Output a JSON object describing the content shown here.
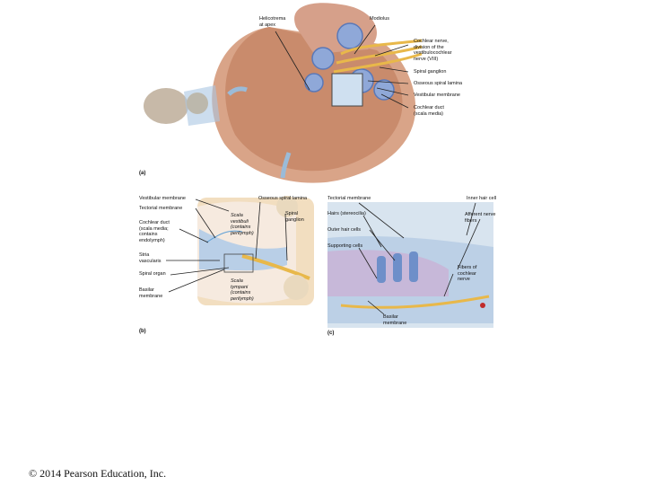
{
  "panel_a": {
    "tag": "(a)",
    "labels": {
      "helicotrema": "Helicotrema\nat apex",
      "modiolus": "Modiolus",
      "cochlear_nerve": "Cochlear nerve,\ndivision of the\nvestibulocochlear\nnerve (VIII)",
      "spiral_ganglion": "Spiral ganglion",
      "osseous_lamina": "Osseous spiral lamina",
      "vestibular_membrane": "Vestibular membrane",
      "cochlear_duct": "Cochlear duct\n(scala media)"
    }
  },
  "panel_b": {
    "tag": "(b)",
    "labels": {
      "vestibular_membrane": "Vestibular membrane",
      "tectorial_membrane": "Tectorial membrane",
      "cochlear_duct": "Cochlear duct\n(scala media;\ncontains\nendolymph)",
      "stria_vascularis": "Stria\nvascularis",
      "spiral_organ": "Spiral organ",
      "basilar_membrane": "Basilar\nmembrane",
      "osseous_lamina": "Osseous spiral lamina",
      "scala_vestibuli": "Scala\nvestibuli\n(contains\nperilymph)",
      "spiral_ganglion": "Spiral\nganglion",
      "scala_tympani": "Scala\ntympani\n(contains\nperilymph)"
    }
  },
  "panel_c": {
    "tag": "(c)",
    "labels": {
      "tectorial_membrane": "Tectorial membrane",
      "inner_hair_cell": "Inner hair cell",
      "hairs": "Hairs (stereocilia)",
      "afferent_nerve": "Afferent nerve\nfibers",
      "outer_hair_cells": "Outer hair cells",
      "supporting_cells": "Supporting cells",
      "fibers_cochlear": "Fibers of\ncochlear\nnerve",
      "basilar_membrane": "Basilar\nmembrane"
    }
  },
  "copyright": "© 2014 Pearson Education, Inc."
}
